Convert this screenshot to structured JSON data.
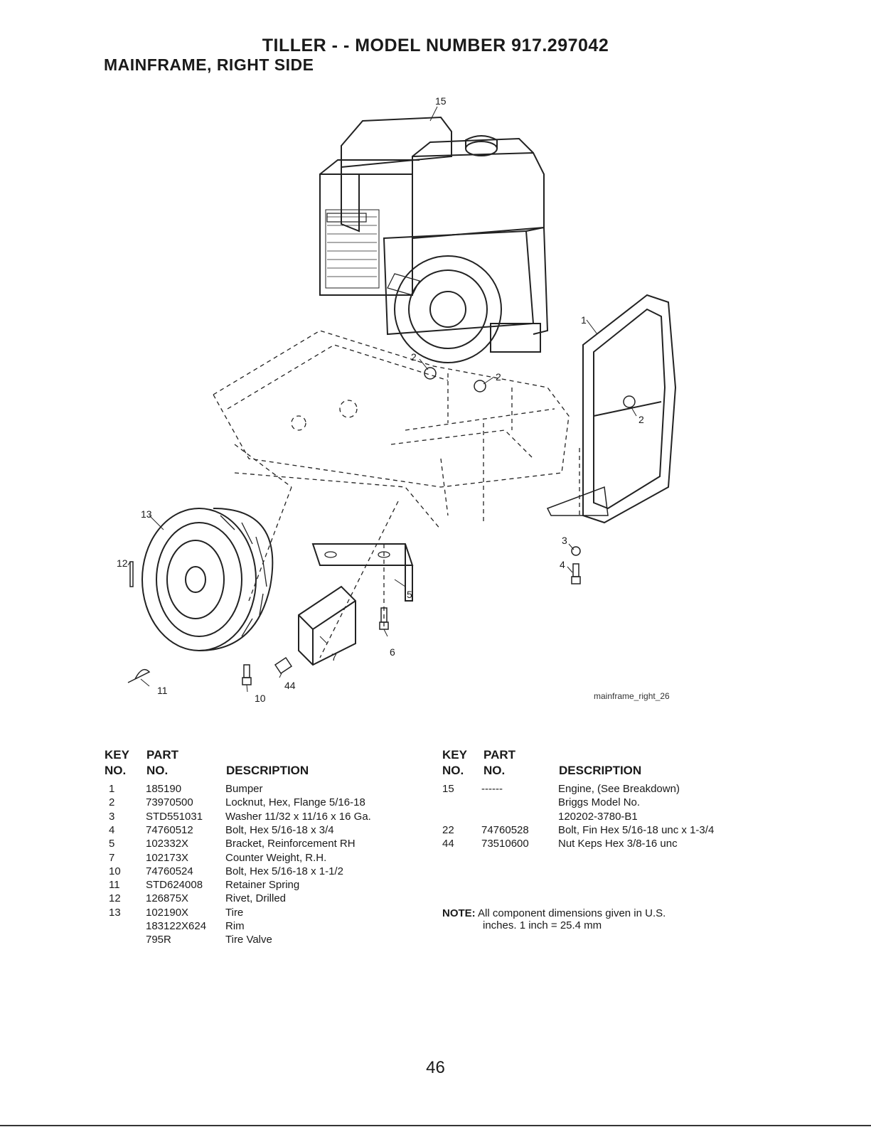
{
  "header": {
    "title": "TILLER - - MODEL NUMBER 917.297042",
    "subtitle": "MAINFRAME, RIGHT SIDE"
  },
  "diagram": {
    "callouts": [
      "15",
      "1",
      "2",
      "2",
      "2",
      "13",
      "12",
      "3",
      "4",
      "5",
      "6",
      "7",
      "44",
      "11",
      "10"
    ],
    "image_id": "mainframe_right_26"
  },
  "table_headers": {
    "key_line1": "KEY",
    "key_line2": "NO.",
    "part_line1": "PART",
    "part_line2": "NO.",
    "description": "DESCRIPTION"
  },
  "parts_left": [
    {
      "key": "1",
      "part": "185190",
      "desc": "Bumper"
    },
    {
      "key": "2",
      "part": "73970500",
      "desc": "Locknut, Hex, Flange  5/16-18"
    },
    {
      "key": "3",
      "part": "STD551031",
      "desc": "Washer  11/32 x 11/16 x 16 Ga."
    },
    {
      "key": "4",
      "part": "74760512",
      "desc": "Bolt, Hex  5/16-18 x 3/4"
    },
    {
      "key": "5",
      "part": "102332X",
      "desc": "Bracket, Reinforcement RH"
    },
    {
      "key": "7",
      "part": "102173X",
      "desc": "Counter Weight, R.H."
    },
    {
      "key": "10",
      "part": "74760524",
      "desc": "Bolt, Hex  5/16-18 x 1-1/2"
    },
    {
      "key": "11",
      "part": "STD624008",
      "desc": "Retainer Spring"
    },
    {
      "key": "12",
      "part": "126875X",
      "desc": "Rivet, Drilled"
    },
    {
      "key": "13",
      "part": "102190X",
      "desc": "Tire"
    },
    {
      "key": "",
      "part": "183122X624",
      "desc": "Rim"
    },
    {
      "key": "",
      "part": "795R",
      "desc": "Tire Valve"
    }
  ],
  "parts_right": [
    {
      "key": "15",
      "part": "------",
      "desc": "Engine, (See Breakdown)"
    },
    {
      "key": "",
      "part": "",
      "desc": "Briggs Model No."
    },
    {
      "key": "",
      "part": "",
      "desc": "120202-3780-B1"
    },
    {
      "key": "22",
      "part": "74760528",
      "desc": "Bolt, Fin Hex  5/16-18 unc x 1-3/4"
    },
    {
      "key": "44",
      "part": "73510600",
      "desc": "Nut Keps Hex 3/8-16 unc"
    }
  ],
  "note": {
    "label": "NOTE:",
    "line1": "All component dimensions given in U.S.",
    "line2": "inches. 1 inch = 25.4 mm"
  },
  "footer": {
    "page_number": "46"
  }
}
